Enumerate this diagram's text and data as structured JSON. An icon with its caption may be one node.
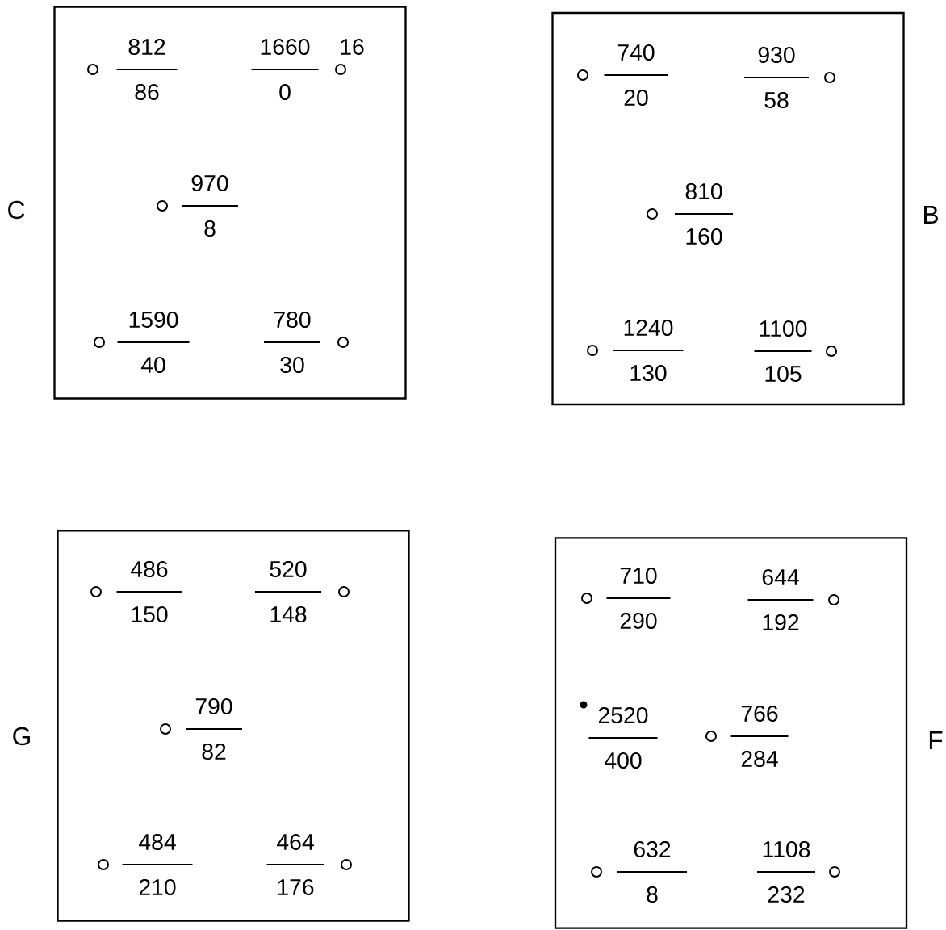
{
  "diagram": {
    "nodes": [
      {
        "text": [],
        "shape": "box",
        "beside": [
          "C"
        ]
      },
      {
        "text": [
          "812",
          "86"
        ],
        "in": 0
      },
      {
        "text": [
          "1660",
          "0"
        ],
        "in": 0,
        "beside": [
          "16"
        ]
      },
      {
        "text": [
          "970",
          "8"
        ],
        "in": 0
      },
      {
        "text": [
          "1590",
          "40"
        ],
        "in": 0
      },
      {
        "text": [
          "780",
          "30"
        ],
        "in": 0
      },
      {
        "text": [],
        "shape": "box",
        "beside": [
          "B"
        ]
      },
      {
        "text": [
          "740",
          "20"
        ],
        "in": 6
      },
      {
        "text": [
          "930",
          "58"
        ],
        "in": 6
      },
      {
        "text": [
          "810",
          "160"
        ],
        "in": 6
      },
      {
        "text": [
          "1240",
          "130"
        ],
        "in": 6
      },
      {
        "text": [
          "1100",
          "105"
        ],
        "in": 6
      },
      {
        "text": [],
        "shape": "box",
        "beside": [
          "G"
        ]
      },
      {
        "text": [
          "486",
          "150"
        ],
        "in": 12
      },
      {
        "text": [
          "520",
          "148"
        ],
        "in": 12
      },
      {
        "text": [
          "790",
          "82"
        ],
        "in": 12
      },
      {
        "text": [
          "484",
          "210"
        ],
        "in": 12
      },
      {
        "text": [
          "464",
          "176"
        ],
        "in": 12
      },
      {
        "text": [],
        "shape": "box",
        "beside": [
          "F"
        ]
      },
      {
        "text": [
          "710",
          "290"
        ],
        "in": 18
      },
      {
        "text": [
          "644",
          "192"
        ],
        "in": 18
      },
      {
        "text": [
          "2520",
          "400"
        ],
        "in": 18
      },
      {
        "text": [
          "766",
          "284"
        ],
        "in": 18
      },
      {
        "text": [
          "632",
          "8"
        ],
        "in": 18
      },
      {
        "text": [
          "1108",
          "232"
        ],
        "in": 18
      }
    ]
  }
}
